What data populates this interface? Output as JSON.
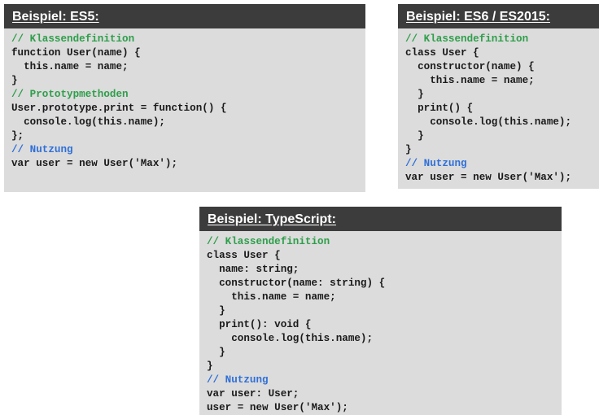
{
  "panels": {
    "es5": {
      "title": "Beispiel: ES5:",
      "code": [
        {
          "cls": "c-green",
          "text": "// Klassendefinition"
        },
        {
          "text": "function User(name) {"
        },
        {
          "text": "  this.name = name;"
        },
        {
          "text": "}"
        },
        {
          "cls": "c-green",
          "text": "// Prototypmethoden"
        },
        {
          "text": "User.prototype.print = function() {"
        },
        {
          "text": "  console.log(this.name);"
        },
        {
          "text": "};"
        },
        {
          "cls": "c-blue",
          "text": "// Nutzung"
        },
        {
          "text": "var user = new User('Max');"
        }
      ]
    },
    "es6": {
      "title": "Beispiel: ES6 / ES2015:",
      "code": [
        {
          "cls": "c-green",
          "text": "// Klassendefinition"
        },
        {
          "text": "class User {"
        },
        {
          "text": "  constructor(name) {"
        },
        {
          "text": "    this.name = name;"
        },
        {
          "text": "  }"
        },
        {
          "text": "  print() {"
        },
        {
          "text": "    console.log(this.name);"
        },
        {
          "text": "  }"
        },
        {
          "text": "}"
        },
        {
          "cls": "c-blue",
          "text": "// Nutzung"
        },
        {
          "text": "var user = new User('Max');"
        }
      ]
    },
    "ts": {
      "title": "Beispiel: TypeScript:",
      "code": [
        {
          "cls": "c-green",
          "text": "// Klassendefinition"
        },
        {
          "text": "class User {"
        },
        {
          "text": "  name: string;"
        },
        {
          "text": "  constructor(name: string) {"
        },
        {
          "text": "    this.name = name;"
        },
        {
          "text": "  }"
        },
        {
          "text": "  print(): void {"
        },
        {
          "text": "    console.log(this.name);"
        },
        {
          "text": "  }"
        },
        {
          "text": "}"
        },
        {
          "cls": "c-blue",
          "text": "// Nutzung"
        },
        {
          "text": "var user: User;"
        },
        {
          "text": "user = new User('Max');"
        }
      ]
    }
  }
}
